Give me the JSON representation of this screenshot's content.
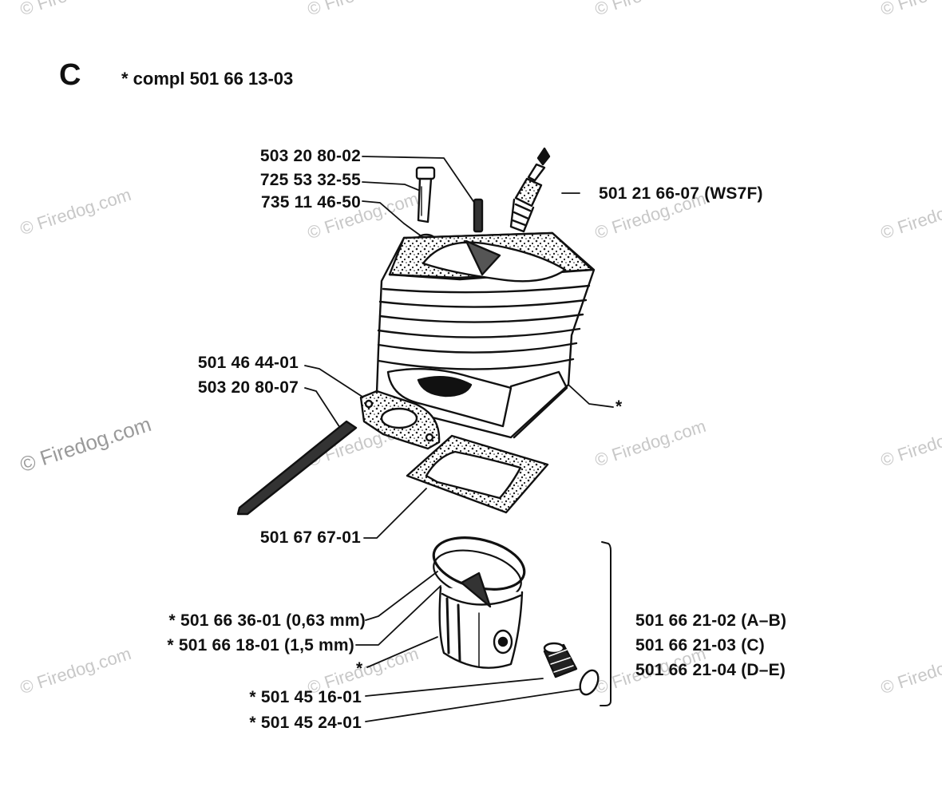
{
  "header": {
    "section_letter": "C",
    "kit_label": "*  compl 501 66 13-03"
  },
  "watermark": {
    "text": "© Firedog.com"
  },
  "parts": {
    "p503208002": "503 20 80-02",
    "p725533255": "725 53 32-55",
    "p735114650": "735 11 46-50",
    "spark_plug": "501 21 66-07  (WS7F)",
    "p501464401": "501 46 44-01",
    "p503208007": "503 20 80-07",
    "cylinder_star": "*",
    "p501676701": "501 67 67-01",
    "ring_063": "*  501 66 36-01 (0,63 mm)",
    "ring_15": "*  501 66 18-01 (1,5 mm)",
    "piston_star": "*",
    "p501451601": "*  501 45 16-01",
    "p501452401": "*  501 45 24-01",
    "set_ab": "501 66 21-02  (A–B)",
    "set_c": "501 66 21-03  (C)",
    "set_de": "501 66 21-04  (D–E)"
  },
  "colors": {
    "ink": "#111111",
    "watermark": "#c8c8c8",
    "background": "#ffffff"
  }
}
